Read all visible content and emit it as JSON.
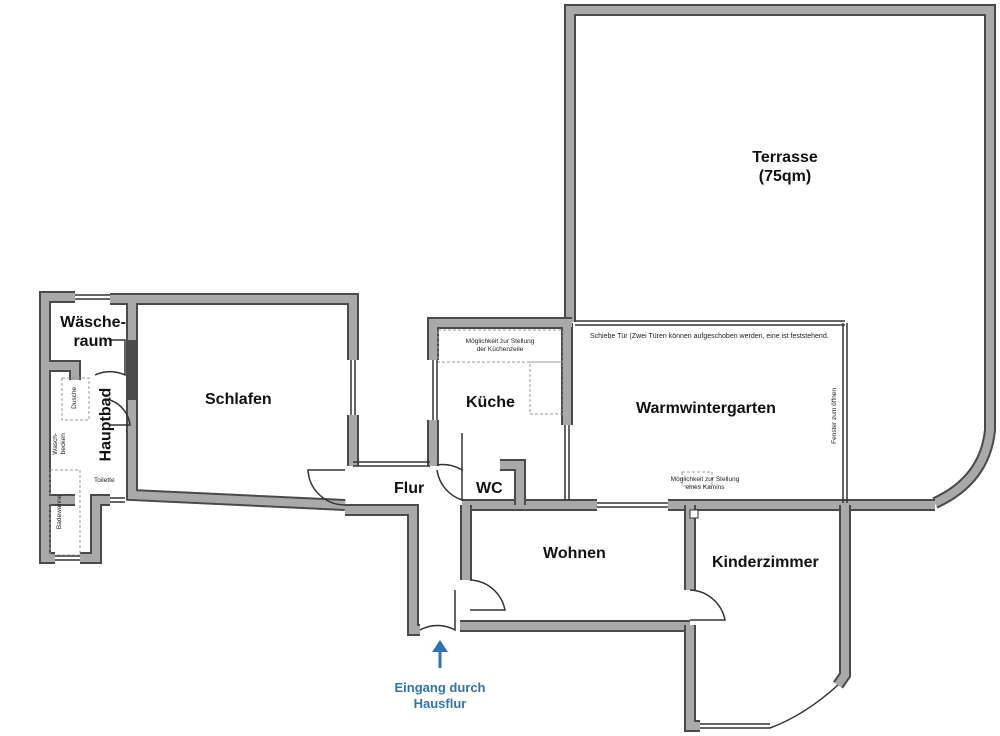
{
  "rooms": {
    "terrasse": "Terrasse",
    "terrasse_size": "(75qm)",
    "waescheraum_1": "Wäsche-",
    "waescheraum_2": "raum",
    "schlafen": "Schlafen",
    "hauptbad": "Hauptbad",
    "kueche": "Küche",
    "warmwintergarten": "Warmwintergarten",
    "flur": "Flur",
    "wc": "WC",
    "wohnen": "Wohnen",
    "kinderzimmer": "Kinderzimmer"
  },
  "annotations": {
    "dusche": "Dusche",
    "waschbecken_1": "Wasch-",
    "waschbecken_2": "becken",
    "badewanne": "Badewanne",
    "toilette": "Toilette",
    "kuechenzeile_1": "Möglichkeit zur Stellung",
    "kuechenzeile_2": "der Küchenzeile",
    "schiebetuer": "Schiebe Tür (Zwei Türen können aufgeschoben werden, eine ist feststehend.",
    "fenster": "Fenster zum öffnen",
    "kamin_1": "Möglichkeit zur Stellung",
    "kamin_2": "eines Kamins"
  },
  "entrance": {
    "line1": "Eingang durch",
    "line2": "Hausflur",
    "color": "#2e74b5"
  }
}
